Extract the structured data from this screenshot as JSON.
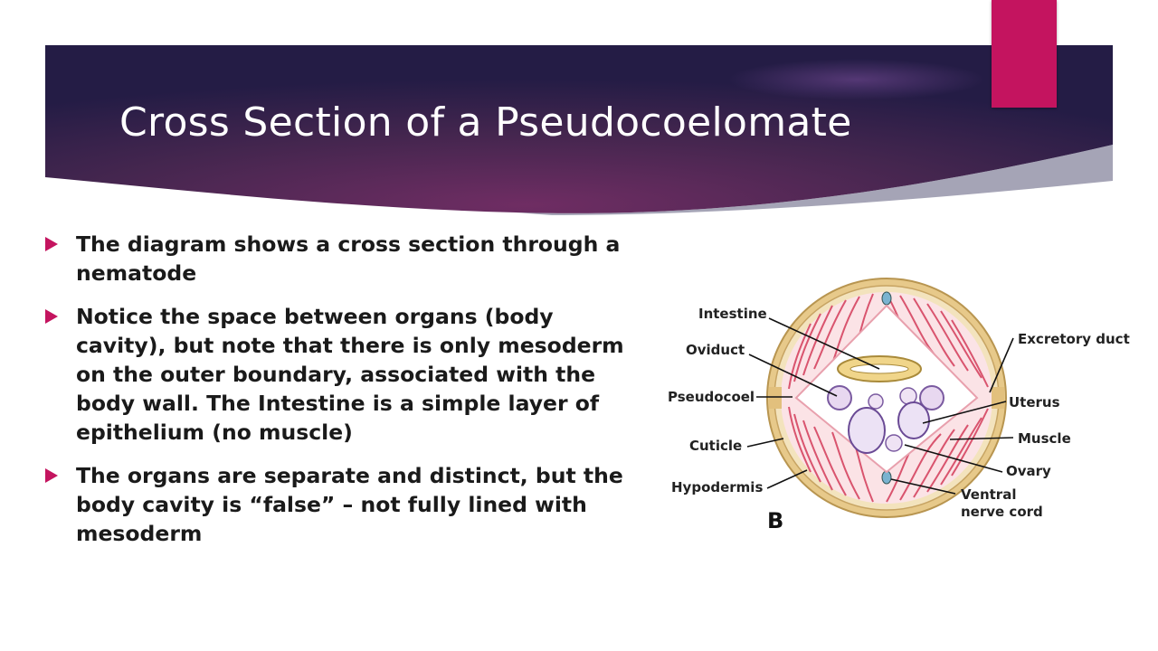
{
  "slide": {
    "title": "Cross Section of a Pseudocoelomate",
    "bullets": [
      "The diagram shows a cross section through a nematode",
      "Notice the space between organs (body cavity), but note that there is only mesoderm on the outer boundary, associated with the body wall.  The Intestine is a simple layer of epithelium (no muscle)",
      "The organs are separate and distinct, but the body cavity is “false” – not fully lined with mesoderm"
    ]
  },
  "diagram": {
    "labels": {
      "intestine": "Intestine",
      "oviduct": "Oviduct",
      "pseudocoel": "Pseudocoel",
      "cuticle": "Cuticle",
      "hypodermis": "Hypodermis",
      "excretory_duct": "Excretory duct",
      "uterus": "Uterus",
      "muscle": "Muscle",
      "ovary": "Ovary",
      "ventral_nerve_cord_line1": "Ventral",
      "ventral_nerve_cord_line2": "nerve cord",
      "panel_letter": "B"
    }
  },
  "colors": {
    "accent": "#c4145f",
    "band_dark": "#2a1f4a",
    "band_mid": "#6b2d63",
    "body_wall": "#e7c98a",
    "muscle": "#d9546e"
  }
}
